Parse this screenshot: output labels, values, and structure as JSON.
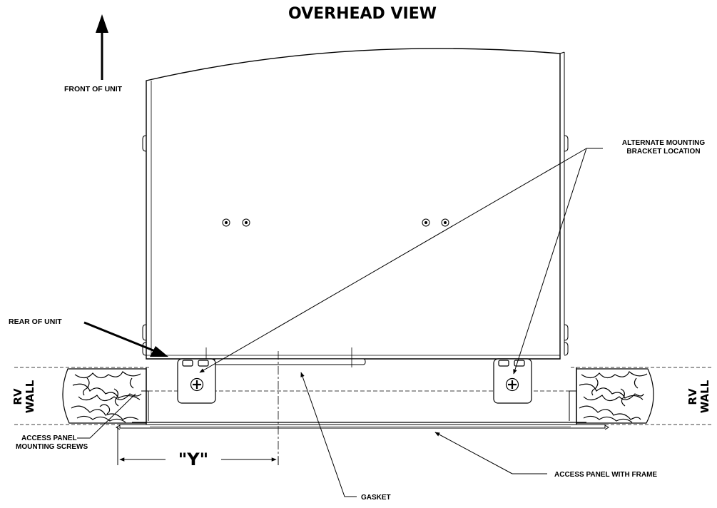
{
  "title": "OVERHEAD VIEW",
  "labels": {
    "front": "FRONT OF UNIT",
    "rear": "REAR OF UNIT",
    "alternate_line1": "ALTERNATE MOUNTING",
    "alternate_line2": "BRACKET LOCATION",
    "rv_wall_left_line1": "RV",
    "rv_wall_left_line2": "WALL",
    "rv_wall_right_line1": "RV",
    "rv_wall_right_line2": "WALL",
    "screws_line1": "ACCESS PANEL",
    "screws_line2": "MOUNTING SCREWS",
    "dimension": "\"Y\"",
    "access_panel": "ACCESS PANEL WITH FRAME",
    "gasket": "GASKET"
  },
  "colors": {
    "ink": "#000000",
    "paper": "#ffffff"
  }
}
